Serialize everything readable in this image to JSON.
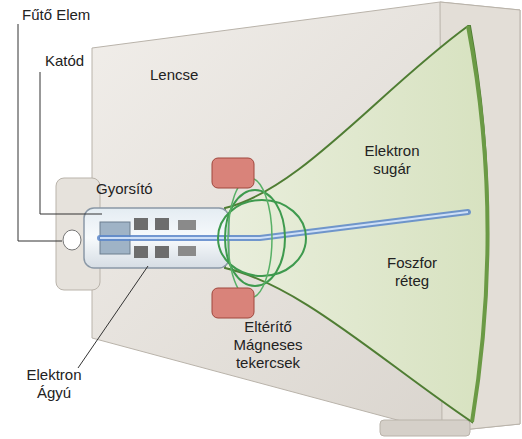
{
  "diagram": {
    "labels": [
      "Fűtő Elem",
      "Katód",
      "Lencse",
      "Gyorsító",
      "Elektron sugár",
      "Foszfor réteg",
      "Eltérítő Mágneses tekercsek",
      "Elektron Ágyú"
    ]
  }
}
